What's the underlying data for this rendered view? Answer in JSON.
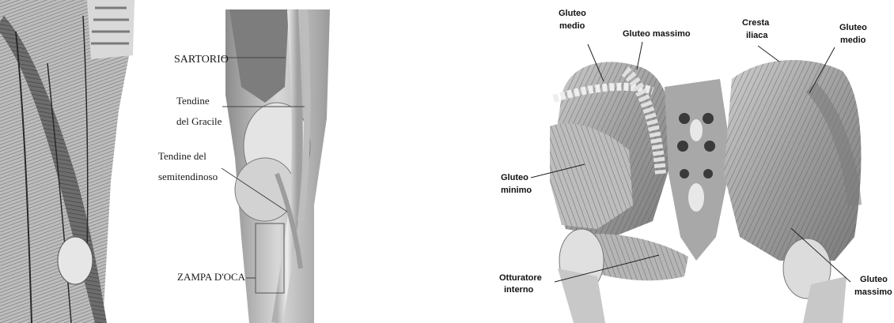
{
  "left_figure": {
    "labels": [
      {
        "id": "sartorio",
        "lines": [
          "SARTORIO"
        ]
      },
      {
        "id": "gracile",
        "lines": [
          "Tendine",
          "del Gracile"
        ]
      },
      {
        "id": "semitendinoso",
        "lines": [
          "Tendine del",
          "semitendinoso"
        ]
      },
      {
        "id": "zampa",
        "lines": [
          "ZAMPA D'OCA"
        ]
      }
    ]
  },
  "right_figure": {
    "labels": [
      {
        "id": "gluteo-medio-left",
        "lines": [
          "Gluteo",
          "medio"
        ]
      },
      {
        "id": "gluteo-massimo-top",
        "lines": [
          "Gluteo massimo"
        ]
      },
      {
        "id": "cresta-iliaca",
        "lines": [
          "Cresta",
          "iliaca"
        ]
      },
      {
        "id": "gluteo-medio-right",
        "lines": [
          "Gluteo",
          "medio"
        ]
      },
      {
        "id": "gluteo-minimo",
        "lines": [
          "Gluteo",
          "minimo"
        ]
      },
      {
        "id": "otturatore-interno",
        "lines": [
          "Otturatore",
          "interno"
        ]
      },
      {
        "id": "gluteo-massimo-right",
        "lines": [
          "Gluteo",
          "massimo"
        ]
      }
    ]
  }
}
